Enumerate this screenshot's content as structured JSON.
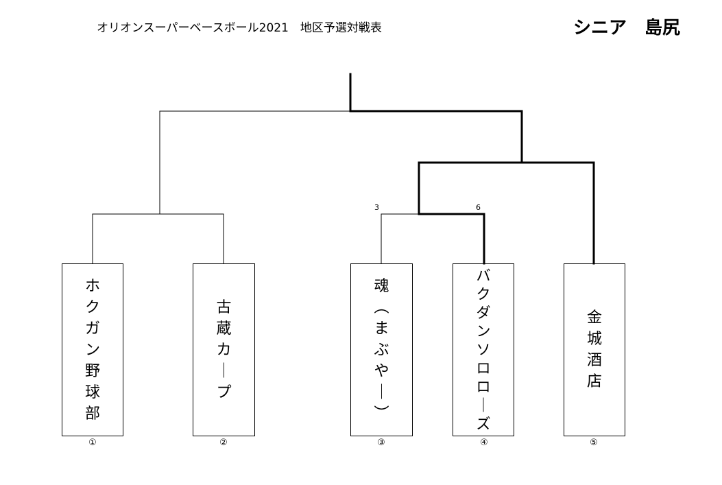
{
  "header": {
    "title": "オリオンスーパーベースボール2021　地区予選対戦表",
    "division": "シニア　島尻"
  },
  "teams": [
    {
      "name": "ホクガン野球部",
      "seed": "①"
    },
    {
      "name": "古蔵カープ",
      "seed": "②"
    },
    {
      "name": "魂（まぶやー）",
      "seed": "③"
    },
    {
      "name": "バクダンソロローズ",
      "seed": "④"
    },
    {
      "name": "金城酒店",
      "seed": "⑤"
    }
  ],
  "scores": {
    "match_3_4_left": "3",
    "match_3_4_right": "6"
  }
}
